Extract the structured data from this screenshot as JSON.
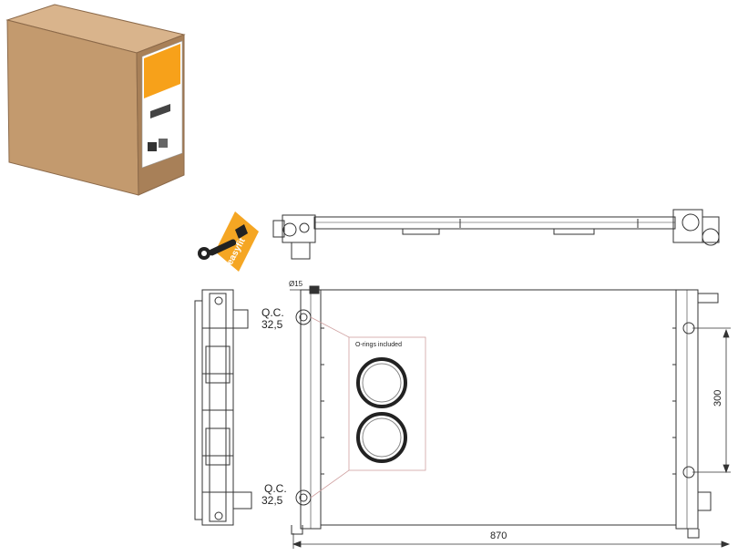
{
  "product_box": {
    "brand_color": "#f7a11a",
    "box_color": "#c9a27a"
  },
  "easyfit": {
    "label": "easyfit",
    "color": "#f5a623"
  },
  "diagram": {
    "diameter_label": "Ø15",
    "qc_top": {
      "line1": "Q.C.",
      "line2": "32,5"
    },
    "qc_bottom": {
      "line1": "Q.C.",
      "line2": "32,5"
    },
    "orings_label": "O-rings included",
    "width_dim": "870",
    "height_dim": "300"
  }
}
